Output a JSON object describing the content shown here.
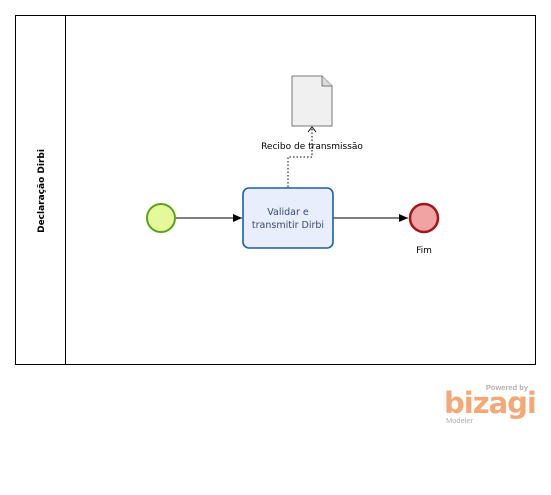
{
  "pool": {
    "label": "Declaração Dirbi"
  },
  "events": {
    "start": {
      "label": ""
    },
    "end": {
      "label": "Fim"
    }
  },
  "task": {
    "line1": "Validar e",
    "line2": "transmitir Dirbi"
  },
  "artifact": {
    "label": "Recibo de transmissão"
  },
  "colors": {
    "start_fill": "#e6f99a",
    "start_stroke": "#5ba31d",
    "end_fill": "#f0a3a3",
    "end_stroke": "#a3151a",
    "task_fill": "#e8eefb",
    "task_stroke": "#1c5fa8",
    "logo": "#f4a877"
  },
  "watermark": {
    "powered_by": "Powered by",
    "brand": "bizagi",
    "product": "Modeler"
  }
}
